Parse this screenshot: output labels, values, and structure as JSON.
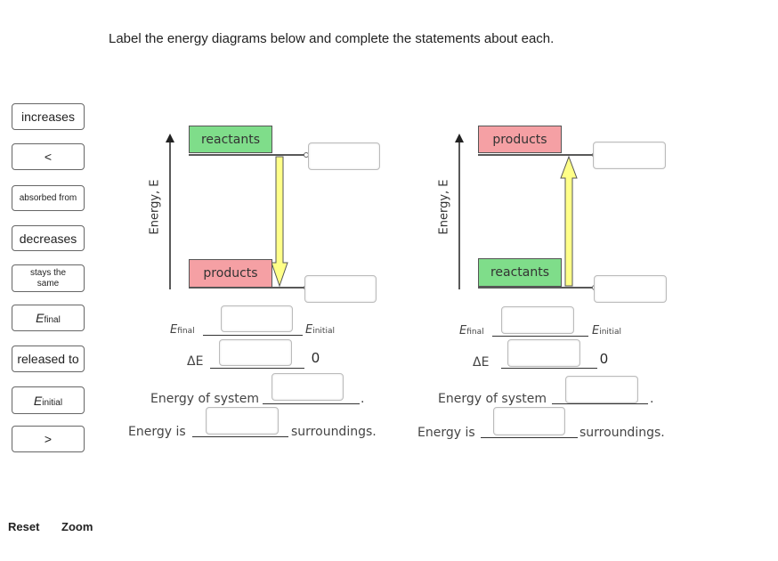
{
  "instruction": "Label the energy diagrams below and complete the statements about each.",
  "tiles": {
    "increases": "increases",
    "less_than": "<",
    "absorbed_from": "absorbed from",
    "decreases": "decreases",
    "stays_the_same": "stays the same",
    "e_final_main": "E",
    "e_final_sub": "final",
    "released_to": "released to",
    "e_initial_main": "E",
    "e_initial_sub": "initial",
    "greater_than": ">"
  },
  "diagram1": {
    "top_box": "reactants",
    "bottom_box": "products",
    "y_label": "Energy, E",
    "e_final_main": "E",
    "e_final_sub": "final",
    "e_initial_main": "E",
    "e_initial_sub": "initial",
    "delta_e": "ΔE",
    "zero": "0",
    "energy_of_system": "Energy of system",
    "period": ".",
    "energy_is": "Energy is",
    "surroundings": "surroundings."
  },
  "diagram2": {
    "top_box": "products",
    "bottom_box": "reactants",
    "y_label": "Energy, E",
    "e_final_main": "E",
    "e_final_sub": "final",
    "e_initial_main": "E",
    "e_initial_sub": "initial",
    "delta_e": "ΔE",
    "zero": "0",
    "energy_of_system": "Energy of system",
    "period": ".",
    "energy_is": "Energy is",
    "surroundings": "surroundings."
  },
  "controls": {
    "reset": "Reset",
    "zoom": "Zoom"
  },
  "colors": {
    "green_box": "#7fdd8a",
    "red_box": "#f5a0a4",
    "arrow_fill": "#ffff88"
  }
}
